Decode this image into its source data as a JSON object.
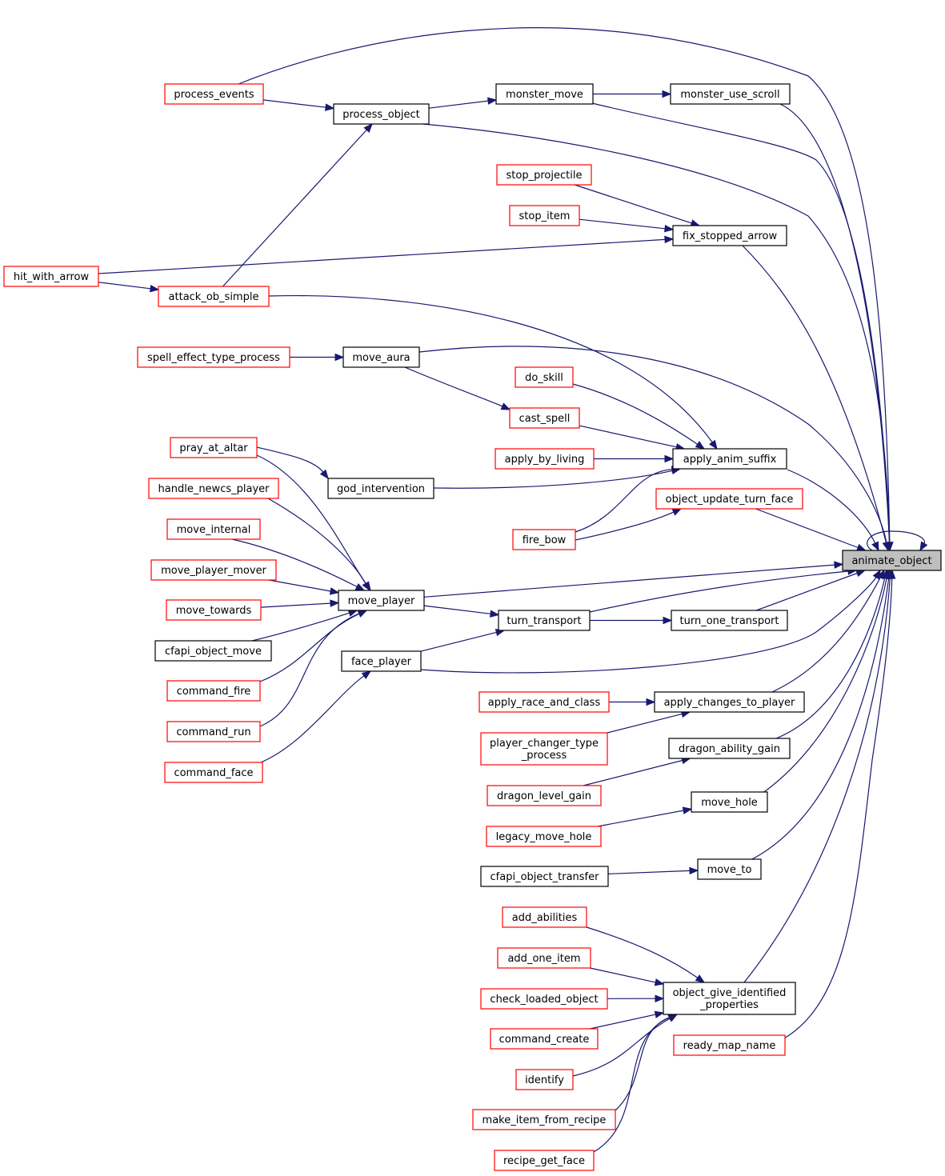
{
  "graph": {
    "focus": "animate_object",
    "nodes": [
      {
        "id": "animate_object",
        "label": "animate_object",
        "kind": "focus"
      },
      {
        "id": "process_events",
        "label": "process_events",
        "kind": "red"
      },
      {
        "id": "process_object",
        "label": "process_object",
        "kind": "black"
      },
      {
        "id": "monster_move",
        "label": "monster_move",
        "kind": "black"
      },
      {
        "id": "monster_use_scroll",
        "label": "monster_use_scroll",
        "kind": "black"
      },
      {
        "id": "stop_projectile",
        "label": "stop_projectile",
        "kind": "red"
      },
      {
        "id": "stop_item",
        "label": "stop_item",
        "kind": "red"
      },
      {
        "id": "fix_stopped_arrow",
        "label": "fix_stopped_arrow",
        "kind": "black"
      },
      {
        "id": "hit_with_arrow",
        "label": "hit_with_arrow",
        "kind": "red"
      },
      {
        "id": "attack_ob_simple",
        "label": "attack_ob_simple",
        "kind": "red"
      },
      {
        "id": "spell_effect_type_process",
        "label": "spell_effect_type_process",
        "kind": "red"
      },
      {
        "id": "move_aura",
        "label": "move_aura",
        "kind": "black"
      },
      {
        "id": "do_skill",
        "label": "do_skill",
        "kind": "red"
      },
      {
        "id": "cast_spell",
        "label": "cast_spell",
        "kind": "red"
      },
      {
        "id": "apply_by_living",
        "label": "apply_by_living",
        "kind": "red"
      },
      {
        "id": "apply_anim_suffix",
        "label": "apply_anim_suffix",
        "kind": "black"
      },
      {
        "id": "pray_at_altar",
        "label": "pray_at_altar",
        "kind": "red"
      },
      {
        "id": "god_intervention",
        "label": "god_intervention",
        "kind": "black"
      },
      {
        "id": "handle_newcs_player",
        "label": "handle_newcs_player",
        "kind": "red"
      },
      {
        "id": "object_update_turn_face",
        "label": "object_update_turn_face",
        "kind": "red"
      },
      {
        "id": "fire_bow",
        "label": "fire_bow",
        "kind": "red"
      },
      {
        "id": "move_internal",
        "label": "move_internal",
        "kind": "red"
      },
      {
        "id": "move_player_mover",
        "label": "move_player_mover",
        "kind": "red"
      },
      {
        "id": "move_towards",
        "label": "move_towards",
        "kind": "red"
      },
      {
        "id": "move_player",
        "label": "move_player",
        "kind": "black"
      },
      {
        "id": "turn_transport",
        "label": "turn_transport",
        "kind": "black"
      },
      {
        "id": "turn_one_transport",
        "label": "turn_one_transport",
        "kind": "black"
      },
      {
        "id": "cfapi_object_move",
        "label": "cfapi_object_move",
        "kind": "black"
      },
      {
        "id": "face_player",
        "label": "face_player",
        "kind": "black"
      },
      {
        "id": "command_fire",
        "label": "command_fire",
        "kind": "red"
      },
      {
        "id": "command_run",
        "label": "command_run",
        "kind": "red"
      },
      {
        "id": "command_face",
        "label": "command_face",
        "kind": "red"
      },
      {
        "id": "apply_race_and_class",
        "label": "apply_race_and_class",
        "kind": "red"
      },
      {
        "id": "apply_changes_to_player",
        "label": "apply_changes_to_player",
        "kind": "black"
      },
      {
        "id": "player_changer_type_process",
        "label": "player_changer_type\n_process",
        "kind": "red"
      },
      {
        "id": "dragon_ability_gain",
        "label": "dragon_ability_gain",
        "kind": "black"
      },
      {
        "id": "dragon_level_gain",
        "label": "dragon_level_gain",
        "kind": "red"
      },
      {
        "id": "move_hole",
        "label": "move_hole",
        "kind": "black"
      },
      {
        "id": "legacy_move_hole",
        "label": "legacy_move_hole",
        "kind": "red"
      },
      {
        "id": "cfapi_object_transfer",
        "label": "cfapi_object_transfer",
        "kind": "black"
      },
      {
        "id": "move_to",
        "label": "move_to",
        "kind": "black"
      },
      {
        "id": "add_abilities",
        "label": "add_abilities",
        "kind": "red"
      },
      {
        "id": "add_one_item",
        "label": "add_one_item",
        "kind": "red"
      },
      {
        "id": "check_loaded_object",
        "label": "check_loaded_object",
        "kind": "red"
      },
      {
        "id": "object_give_identified_properties",
        "label": "object_give_identified\n_properties",
        "kind": "black"
      },
      {
        "id": "ready_map_name",
        "label": "ready_map_name",
        "kind": "red"
      },
      {
        "id": "command_create",
        "label": "command_create",
        "kind": "red"
      },
      {
        "id": "identify",
        "label": "identify",
        "kind": "red"
      },
      {
        "id": "make_item_from_recipe",
        "label": "make_item_from_recipe",
        "kind": "red"
      },
      {
        "id": "recipe_get_face",
        "label": "recipe_get_face",
        "kind": "red"
      }
    ],
    "edges": [
      [
        "animate_object",
        "animate_object"
      ],
      [
        "process_events",
        "animate_object"
      ],
      [
        "process_events",
        "process_object"
      ],
      [
        "process_object",
        "animate_object"
      ],
      [
        "process_object",
        "monster_move"
      ],
      [
        "monster_move",
        "animate_object"
      ],
      [
        "monster_move",
        "monster_use_scroll"
      ],
      [
        "monster_use_scroll",
        "animate_object"
      ],
      [
        "fix_stopped_arrow",
        "animate_object"
      ],
      [
        "stop_projectile",
        "fix_stopped_arrow"
      ],
      [
        "stop_item",
        "fix_stopped_arrow"
      ],
      [
        "hit_with_arrow",
        "fix_stopped_arrow"
      ],
      [
        "hit_with_arrow",
        "attack_ob_simple"
      ],
      [
        "attack_ob_simple",
        "process_object"
      ],
      [
        "attack_ob_simple",
        "apply_anim_suffix"
      ],
      [
        "move_aura",
        "animate_object"
      ],
      [
        "move_aura",
        "cast_spell"
      ],
      [
        "spell_effect_type_process",
        "move_aura"
      ],
      [
        "do_skill",
        "apply_anim_suffix"
      ],
      [
        "cast_spell",
        "apply_anim_suffix"
      ],
      [
        "apply_by_living",
        "apply_anim_suffix"
      ],
      [
        "apply_anim_suffix",
        "animate_object"
      ],
      [
        "god_intervention",
        "apply_anim_suffix"
      ],
      [
        "pray_at_altar",
        "god_intervention"
      ],
      [
        "fire_bow",
        "apply_anim_suffix"
      ],
      [
        "fire_bow",
        "object_update_turn_face"
      ],
      [
        "object_update_turn_face",
        "animate_object"
      ],
      [
        "move_player",
        "animate_object"
      ],
      [
        "move_player",
        "turn_transport"
      ],
      [
        "pray_at_altar",
        "move_player"
      ],
      [
        "handle_newcs_player",
        "move_player"
      ],
      [
        "move_internal",
        "move_player"
      ],
      [
        "move_player_mover",
        "move_player"
      ],
      [
        "move_towards",
        "move_player"
      ],
      [
        "cfapi_object_move",
        "move_player"
      ],
      [
        "command_fire",
        "move_player"
      ],
      [
        "command_run",
        "move_player"
      ],
      [
        "turn_transport",
        "animate_object"
      ],
      [
        "turn_transport",
        "turn_one_transport"
      ],
      [
        "turn_one_transport",
        "animate_object"
      ],
      [
        "face_player",
        "animate_object"
      ],
      [
        "face_player",
        "turn_transport"
      ],
      [
        "command_face",
        "face_player"
      ],
      [
        "apply_changes_to_player",
        "animate_object"
      ],
      [
        "apply_race_and_class",
        "apply_changes_to_player"
      ],
      [
        "player_changer_type_process",
        "apply_changes_to_player"
      ],
      [
        "dragon_ability_gain",
        "animate_object"
      ],
      [
        "dragon_level_gain",
        "dragon_ability_gain"
      ],
      [
        "move_hole",
        "animate_object"
      ],
      [
        "legacy_move_hole",
        "move_hole"
      ],
      [
        "move_to",
        "animate_object"
      ],
      [
        "cfapi_object_transfer",
        "move_to"
      ],
      [
        "object_give_identified_properties",
        "animate_object"
      ],
      [
        "add_abilities",
        "object_give_identified_properties"
      ],
      [
        "add_one_item",
        "object_give_identified_properties"
      ],
      [
        "check_loaded_object",
        "object_give_identified_properties"
      ],
      [
        "command_create",
        "object_give_identified_properties"
      ],
      [
        "identify",
        "object_give_identified_properties"
      ],
      [
        "make_item_from_recipe",
        "object_give_identified_properties"
      ],
      [
        "recipe_get_face",
        "object_give_identified_properties"
      ],
      [
        "ready_map_name",
        "animate_object"
      ]
    ]
  }
}
